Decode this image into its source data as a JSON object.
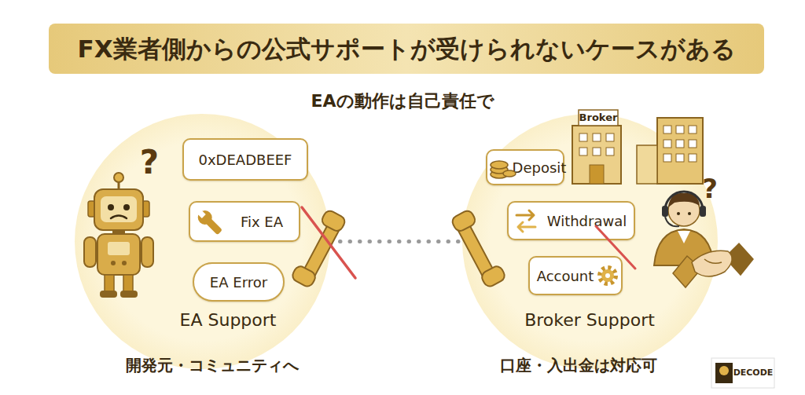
{
  "diagram": {
    "title": "FX業者側からの公式サポートが受けられないケースがある",
    "nodes": [
      {
        "text": [
          "EA Support"
        ]
      },
      {
        "text": [
          "0xDEADBEEF"
        ],
        "in": 0
      },
      {
        "text": [
          "Fix EA"
        ],
        "in": 0
      },
      {
        "text": [
          "EA Error"
        ],
        "in": 0
      },
      {
        "text": [
          "Broker Support"
        ]
      },
      {
        "text": [
          "Deposit"
        ],
        "in": 4
      },
      {
        "text": [
          "Withdrawal"
        ],
        "in": 4
      },
      {
        "text": [
          "Account"
        ],
        "in": 4
      }
    ],
    "edges": [
      {
        "from": 0,
        "to": 4,
        "arrow": "none"
      }
    ],
    "labels": [
      "EAの動作は自己責任で",
      "開発元・コミュニティへ",
      "口座・入出金は対応可",
      "Broker",
      "?",
      "?",
      "DECODE"
    ]
  }
}
